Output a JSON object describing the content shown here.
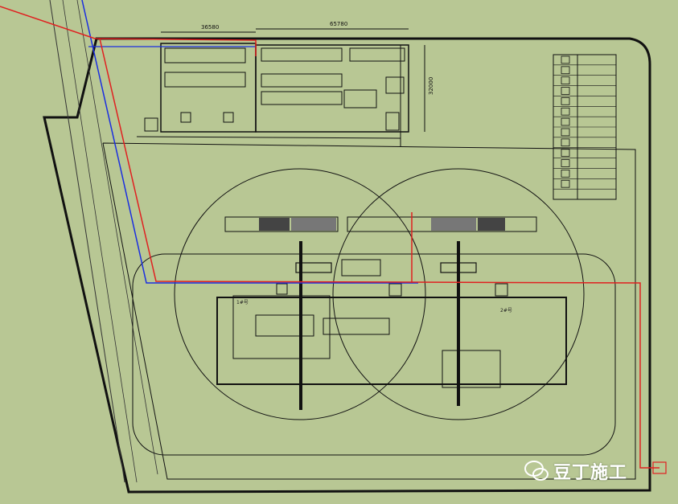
{
  "drawing": {
    "dimension_labels": [
      "36580",
      "65780",
      "32000"
    ],
    "zone_labels": {
      "left_building": "1#号",
      "right_building": "2#号"
    },
    "watermark": "豆丁施工"
  },
  "colors": {
    "background": "#b8c794",
    "linework": "#111111",
    "power_line": "#e02020",
    "water_line": "#1a2ee0"
  },
  "legend": {
    "rows": 14
  }
}
